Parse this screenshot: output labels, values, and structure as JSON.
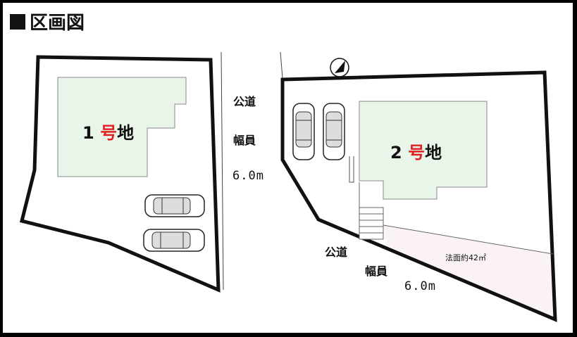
{
  "title": {
    "text": "区画図"
  },
  "lot1": {
    "number": "1",
    "mark": "号",
    "suffix": "地"
  },
  "lot2": {
    "number": "2",
    "mark": "号",
    "suffix": "地"
  },
  "road1": {
    "line1": "公道",
    "line2": "幅員",
    "width": "6.0m"
  },
  "road2": {
    "line1": "公道",
    "line2": "幅員",
    "width": "6.0m"
  },
  "slope": {
    "label": "法面約42㎡"
  },
  "icons": {
    "compass": "north-arrow-icon",
    "car": "car-top-view-icon"
  },
  "colors": {
    "building": "#e9f5e9",
    "slope": "#fbf3f3",
    "mark": "#e02020",
    "outline": "#111111"
  }
}
